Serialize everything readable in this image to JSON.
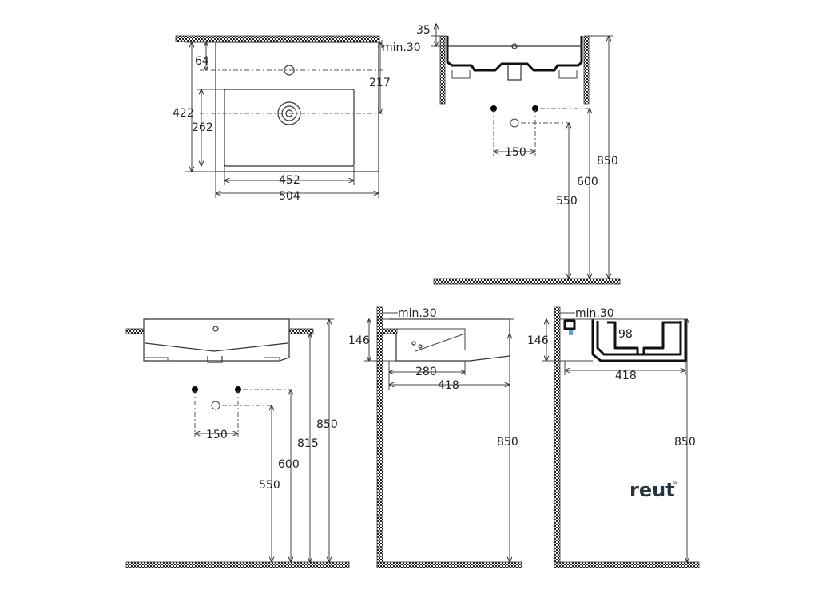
{
  "brand": {
    "name": "reut",
    "suffix": "SK"
  },
  "top_view": {
    "min_label": "min.30",
    "dims": {
      "tap_offset": "64",
      "depth_total": "422",
      "bowl_depth": "262",
      "drain_offset": "217",
      "bowl_width": "452",
      "total_width": "504"
    }
  },
  "side_view_top": {
    "dims": {
      "rim": "35",
      "pipe_spacing": "150",
      "height_600": "600",
      "height_550": "550",
      "height_850": "850"
    }
  },
  "front_view": {
    "dims": {
      "pipe_spacing": "150",
      "height_550": "550",
      "height_600": "600",
      "height_815": "815",
      "height_850": "850"
    }
  },
  "side_view_mid": {
    "min_label": "min.30",
    "dims": {
      "height_146": "146",
      "inner_280": "280",
      "depth_418": "418",
      "height_850": "850"
    }
  },
  "section_view": {
    "min_label": "min.30",
    "dims": {
      "height_146": "146",
      "inner_98": "98",
      "depth_418": "418",
      "height_850": "850"
    }
  }
}
